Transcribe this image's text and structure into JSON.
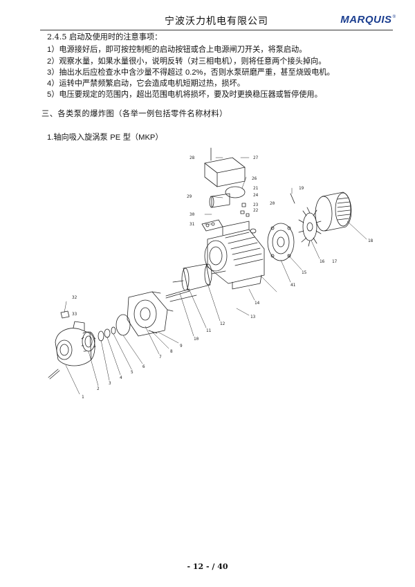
{
  "header": {
    "company": "宁波沃力机电有限公司",
    "logo": "MARQUIS",
    "logo_mark": "®"
  },
  "section_title": "2.4.5 启动及使用时的注意事项：",
  "items": [
    {
      "num": "1）",
      "text": "电源接好后，即可按控制柜的启动按钮或合上电源闸刀开关，将泵启动。"
    },
    {
      "num": "2）",
      "text": "观察水量，如果水量很小，说明反转（对三相电机），则将任意两个接头掉向。"
    },
    {
      "num": "3）",
      "text_a": "抽出水后应检查水中含沙量不得超过 ",
      "value": "0.2%",
      "text_b": "，否则水泵研磨严重，甚至烧毁电机。"
    },
    {
      "num": "4）",
      "text": "运转中严禁频繁启动，它会造成电机短期过热，损坏。"
    },
    {
      "num": "5）",
      "text": "电压要规定的范围内，超出范围电机将损坏，要及时更换稳压器或暂停使用。"
    }
  ],
  "section3": "三、各类泵的爆炸图（各举一例包括零件名称材料）",
  "figure": {
    "num": "1.",
    "title": "轴向吸入旋涡泵",
    "model_a": "PE",
    "type_word": "型（",
    "model_b": "MKP",
    "close": "）"
  },
  "diagram_labels": {
    "l1": "1",
    "l2": "2",
    "l3": "3",
    "l4": "4",
    "l5": "5",
    "l6": "6",
    "l7": "7",
    "l8": "8",
    "l9": "9",
    "l10": "10",
    "l11": "11",
    "l12": "12",
    "l13": "13",
    "l14": "14",
    "l15": "15",
    "l16": "16",
    "l17": "17",
    "l18": "18",
    "l19": "19",
    "l20": "20",
    "l21": "21",
    "l22": "22",
    "l23": "23",
    "l24": "24",
    "l26": "26",
    "l27": "27",
    "l28": "28",
    "l29": "29",
    "l30": "30",
    "l31": "31",
    "l32": "32",
    "l33": "33",
    "l41": "41"
  },
  "footer": "- 12 - / 40"
}
